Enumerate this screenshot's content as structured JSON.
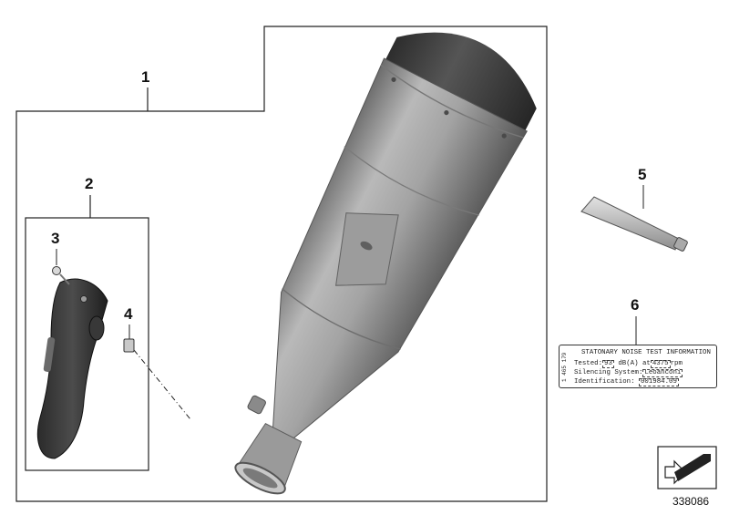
{
  "callouts": {
    "c1": "1",
    "c2": "2",
    "c3": "3",
    "c4": "4",
    "c5": "5",
    "c6": "6"
  },
  "noise_label": {
    "side_text": "1 465 179",
    "title": "STATONARY NOISE TEST INFORMATION",
    "tested_prefix": "Tested:",
    "db_value": "93",
    "db_unit": "dB(A) at",
    "rpm_value": "4375",
    "rpm_unit": "rpm",
    "silencing_prefix": "Silencing System:",
    "silencing_value": "Leoanconi",
    "identification_prefix": "Identification:",
    "identification_value": "001984.09"
  },
  "diagram_number": "338086"
}
